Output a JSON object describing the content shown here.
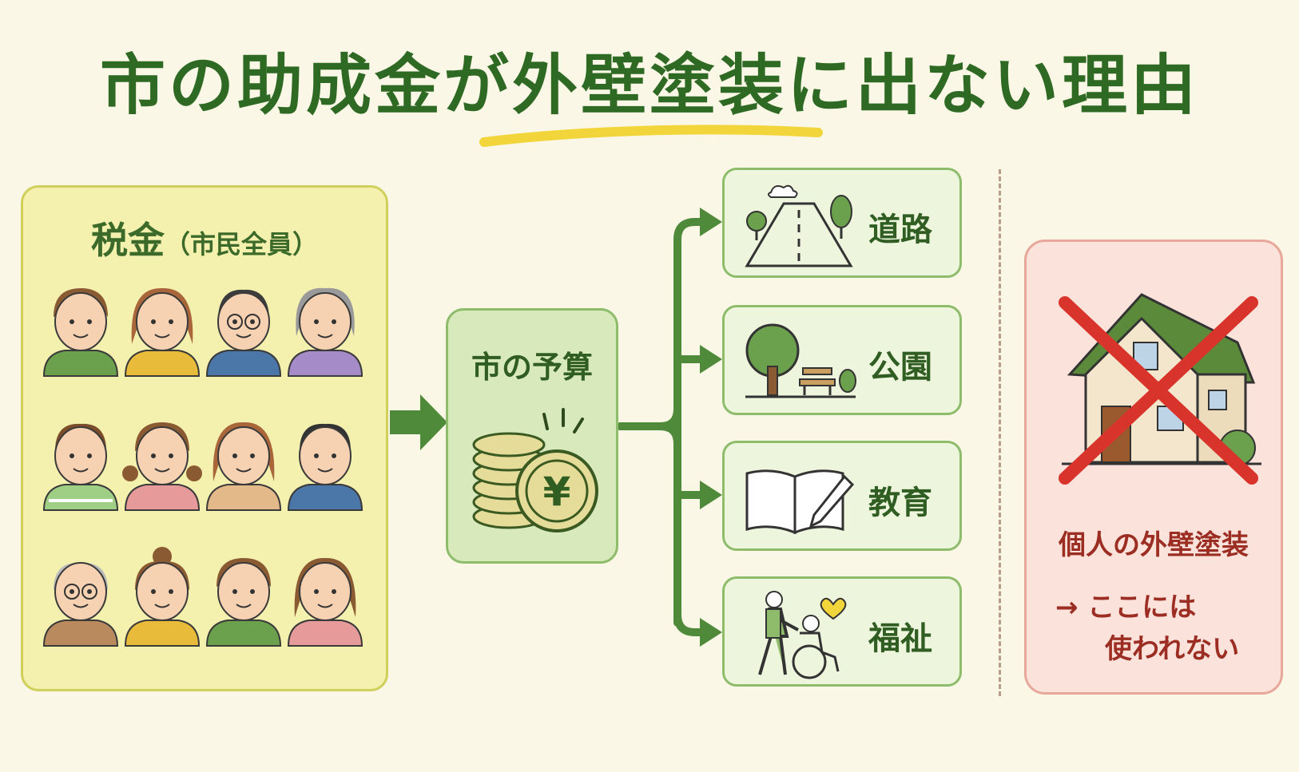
{
  "title": {
    "before": "市の助成金が",
    "highlight": "外壁塗装",
    "after": "に出ない理由"
  },
  "tax": {
    "title": "税金",
    "subtitle": "（市民全員）"
  },
  "budget": {
    "title": "市の予算",
    "coin_symbol": "¥"
  },
  "categories": [
    {
      "label": "道路",
      "icon": "road-icon"
    },
    {
      "label": "公園",
      "icon": "park-icon"
    },
    {
      "label": "教育",
      "icon": "book-icon"
    },
    {
      "label": "福祉",
      "icon": "wheelchair-icon"
    }
  ],
  "exclusion": {
    "label": "個人の外壁塗装",
    "arrow": "→",
    "note_line1": "ここには",
    "note_line2": "使われない"
  },
  "colors": {
    "green_dark": "#2f6a24",
    "green_arrow": "#4e8a3a",
    "highlight_yellow": "#f2d53a",
    "cross_red": "#d9342b"
  }
}
